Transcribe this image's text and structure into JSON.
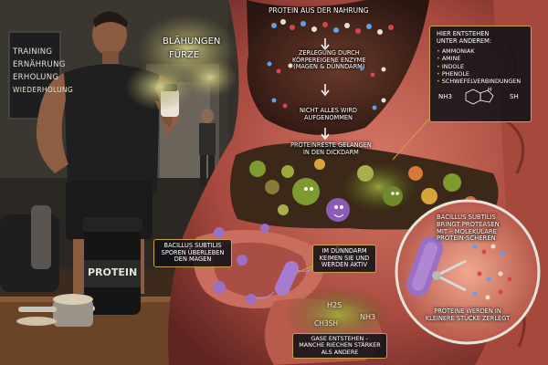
{
  "gym_sign": {
    "lines": [
      "TRAINING",
      "ERNÄHRUNG",
      "ERHOLUNG",
      "WIEDERHOLUNG"
    ]
  },
  "gas_labels": {
    "line1": "BLÄHUNGEN",
    "line2": "FÜRZE"
  },
  "process": {
    "step1": "PROTEIN AUS DER NAHRUNG",
    "step2_line1": "ZERLEGUNG DURCH",
    "step2_line2": "KÖRPEREIGENE ENZYME",
    "step2_line3": "(MAGEN & DÜNNDARM)",
    "step3_line1": "NICHT ALLES WIRD",
    "step3_line2": "AUFGENOMMEN",
    "step4_line1": "PROTEINRESTE GELANGEN",
    "step4_line2": "IN DEN DICKDARM"
  },
  "info_box": {
    "title_line1": "HIER ENTSTEHEN",
    "title_line2": "UNTER ANDEREM:",
    "items": [
      "AMMONIAK",
      "AMINE",
      "INDOLE",
      "PHENOLE",
      "SCHWEFELVERBINDUNGEN"
    ],
    "formula_left": "NH3",
    "formula_right": "SH",
    "formula_h": "H"
  },
  "protein_jar": {
    "label": "PROTEIN"
  },
  "bacillus_box1": {
    "line1": "BACILLUS SUBTILIS",
    "line2": "SPOREN ÜBERLEBEN",
    "line3": "DEN MAGEN"
  },
  "bacillus_box2": {
    "line1": "IM DÜNNDARM",
    "line2": "KEIMEN SIE UND",
    "line3": "WERDEN AKTIV"
  },
  "protease_callout": {
    "line1": "BACILLUS SUBTILIS",
    "line2": "BRINGT PROTEASEN",
    "line3": "MIT – MOLEKULARE",
    "line4": "PROTEIN-SCHEREN"
  },
  "protein_split": {
    "line1": "PROTEINE WERDEN IN",
    "line2": "KLEINERE STÜCKE ZERLEGT"
  },
  "gases": {
    "h2s": "H2S",
    "nh3": "NH3",
    "ch3sh": "CH3SH",
    "caption_line1": "GASE ENTSTEHEN –",
    "caption_line2": "MANCHE RIECHEN STÄRKER",
    "caption_line3": "ALS ANDERE"
  },
  "colors": {
    "accent_gold": "#c8a24a",
    "intestine": "#b4584c",
    "gas_green": "#b8b46a",
    "bacteria_green": "#7f9a2e",
    "bacillus_purple": "#9b6fc4"
  }
}
